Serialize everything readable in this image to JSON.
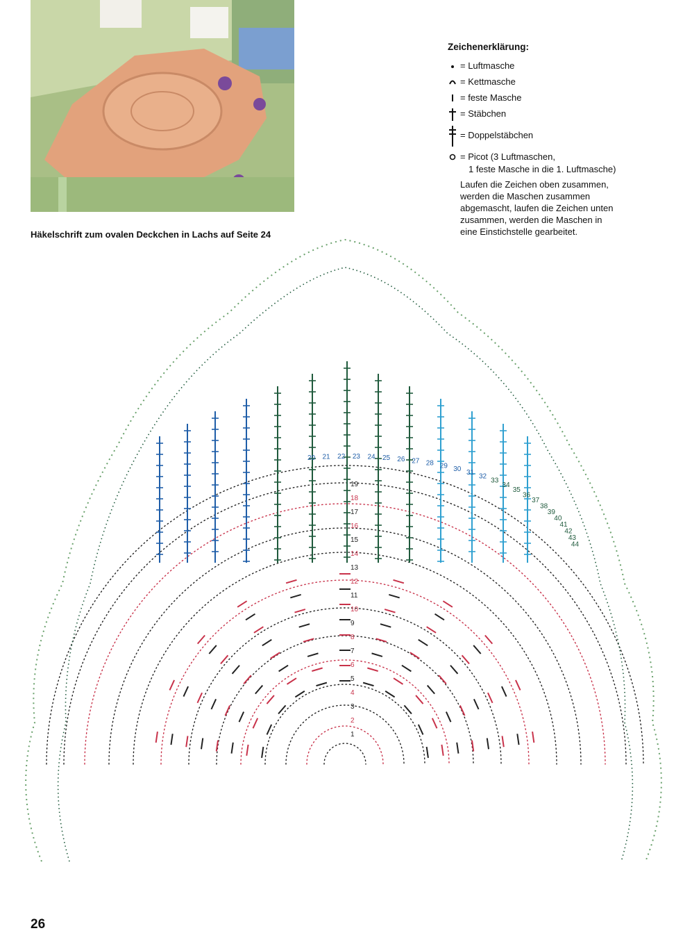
{
  "caption": "Häkelschrift zum ovalen Deckchen in Lachs auf Seite 24",
  "legend": {
    "title": "Zeichenerklärung:",
    "items": [
      {
        "icon": "dot-icon",
        "text": "= Luftmasche"
      },
      {
        "icon": "arc-icon",
        "text": "= Kettmasche"
      },
      {
        "icon": "vertical-line-icon",
        "text": "= feste Masche"
      },
      {
        "icon": "cross-icon",
        "text": "= Stäbchen"
      },
      {
        "icon": "double-cross-icon",
        "text": "= Doppelstäbchen"
      }
    ],
    "picot_line1": "= Picot (3 Luftmaschen,",
    "picot_line2": "1 feste Masche in die 1. Luftmasche)",
    "note_lines": [
      "Laufen die Zeichen oben zusammen,",
      "werden die Maschen zusammen",
      "abgemascht, laufen die Zeichen unten",
      "zusammen, werden die Maschen in",
      "eine Einstichstelle gearbeitet."
    ]
  },
  "row_numbers": [
    "1",
    "2",
    "3",
    "4",
    "5",
    "6",
    "7",
    "8",
    "9",
    "10",
    "11",
    "12",
    "13",
    "14",
    "15",
    "16",
    "17",
    "18",
    "19",
    "20",
    "21",
    "22",
    "23",
    "24",
    "25",
    "26",
    "27",
    "28",
    "29",
    "30",
    "31",
    "32",
    "33",
    "34",
    "35",
    "36",
    "37",
    "38",
    "39",
    "40",
    "41",
    "42",
    "43",
    "44"
  ],
  "colors": {
    "pink": "#c8324a",
    "dark_green": "#1f5a3c",
    "light_green": "#6aa16c",
    "blue": "#1f5ea8",
    "cyan": "#2fa0d0",
    "black": "#222222"
  },
  "page_number": "26"
}
